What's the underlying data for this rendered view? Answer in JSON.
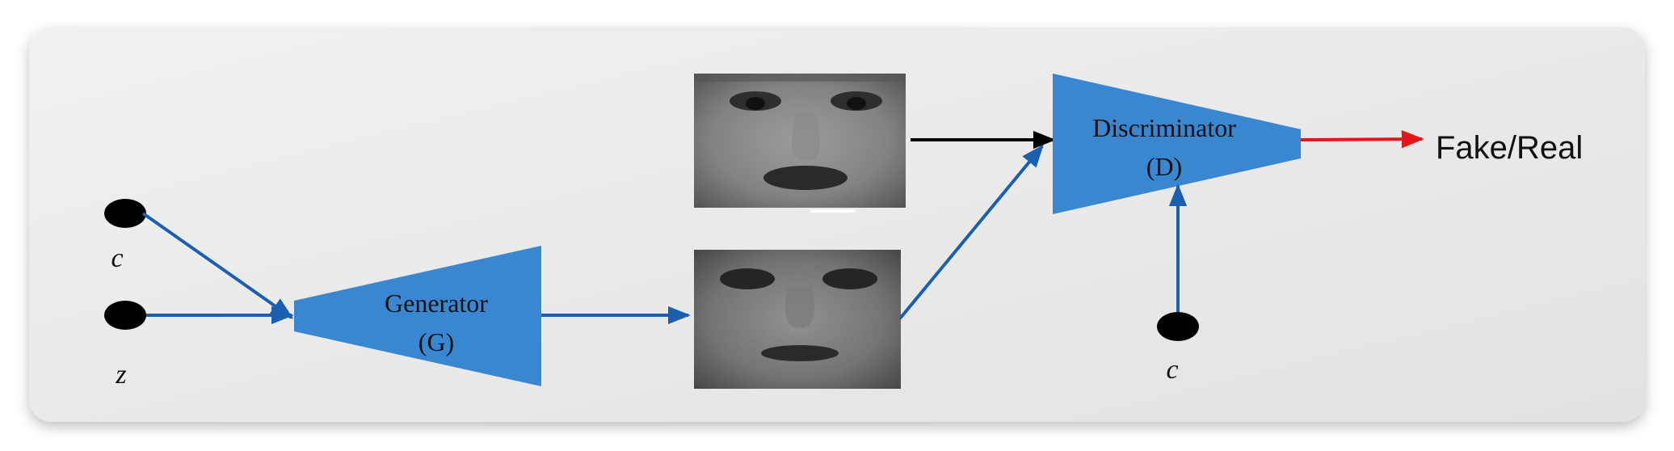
{
  "inputs": {
    "c_top": "c",
    "z": "z",
    "c_bottom": "c"
  },
  "generator": {
    "line1": "Generator",
    "line2": "(G)"
  },
  "discriminator": {
    "line1": "Discriminator",
    "line2": "(D)"
  },
  "output": {
    "label": "Fake/Real"
  },
  "images": {
    "real": "real-face-photo",
    "generated": "generated-face-photo"
  },
  "colors": {
    "block_fill": "#3a87d1",
    "arrow_blue": "#1b5fb0",
    "arrow_black": "#000000",
    "arrow_red": "#e8141b",
    "node_fill": "#000000",
    "panel_bg": "#e9e9e9"
  }
}
